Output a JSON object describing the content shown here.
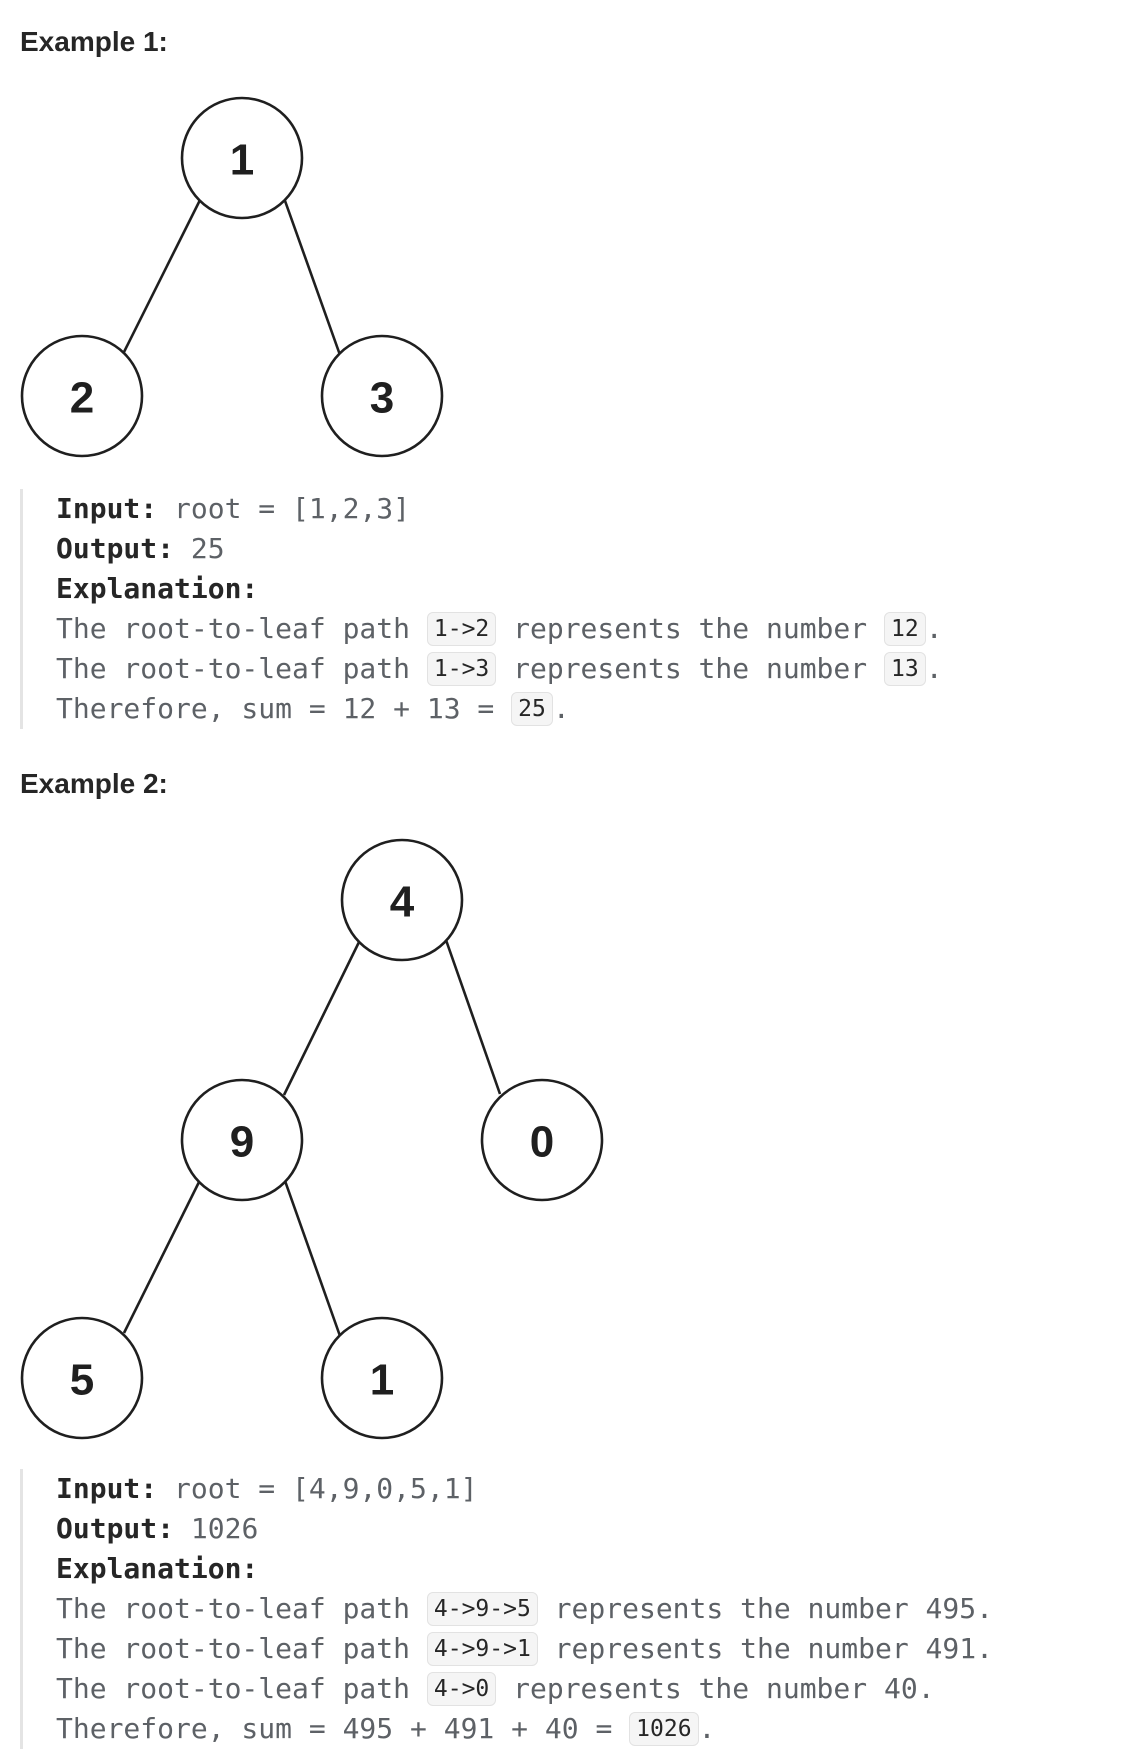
{
  "examples": [
    {
      "title": "Example 1:",
      "tree": {
        "nodes": [
          "1",
          "2",
          "3"
        ]
      },
      "input_label": "Input:",
      "input_value": "root = [1,2,3]",
      "output_label": "Output:",
      "output_value": "25",
      "explanation_label": "Explanation:",
      "lines": [
        {
          "prefix": "The root-to-leaf path ",
          "path": "1->2",
          "middle": " represents the number ",
          "number": "12",
          "suffix": "."
        },
        {
          "prefix": "The root-to-leaf path ",
          "path": "1->3",
          "middle": " represents the number ",
          "number": "13",
          "suffix": "."
        }
      ],
      "total": {
        "prefix": "Therefore, sum = 12 + 13 = ",
        "value": "25",
        "suffix": "."
      }
    },
    {
      "title": "Example 2:",
      "tree": {
        "nodes": [
          "4",
          "9",
          "0",
          "5",
          "1"
        ]
      },
      "input_label": "Input:",
      "input_value": "root = [4,9,0,5,1]",
      "output_label": "Output:",
      "output_value": "1026",
      "explanation_label": "Explanation:",
      "lines": [
        {
          "prefix": "The root-to-leaf path ",
          "path": "4->9->5",
          "middle": " represents the number 495."
        },
        {
          "prefix": "The root-to-leaf path ",
          "path": "4->9->1",
          "middle": " represents the number 491."
        },
        {
          "prefix": "The root-to-leaf path ",
          "path": "4->0",
          "middle": " represents the number 40."
        }
      ],
      "total": {
        "prefix": "Therefore, sum = 495 + 491 + 40 = ",
        "value": "1026",
        "suffix": "."
      }
    }
  ]
}
